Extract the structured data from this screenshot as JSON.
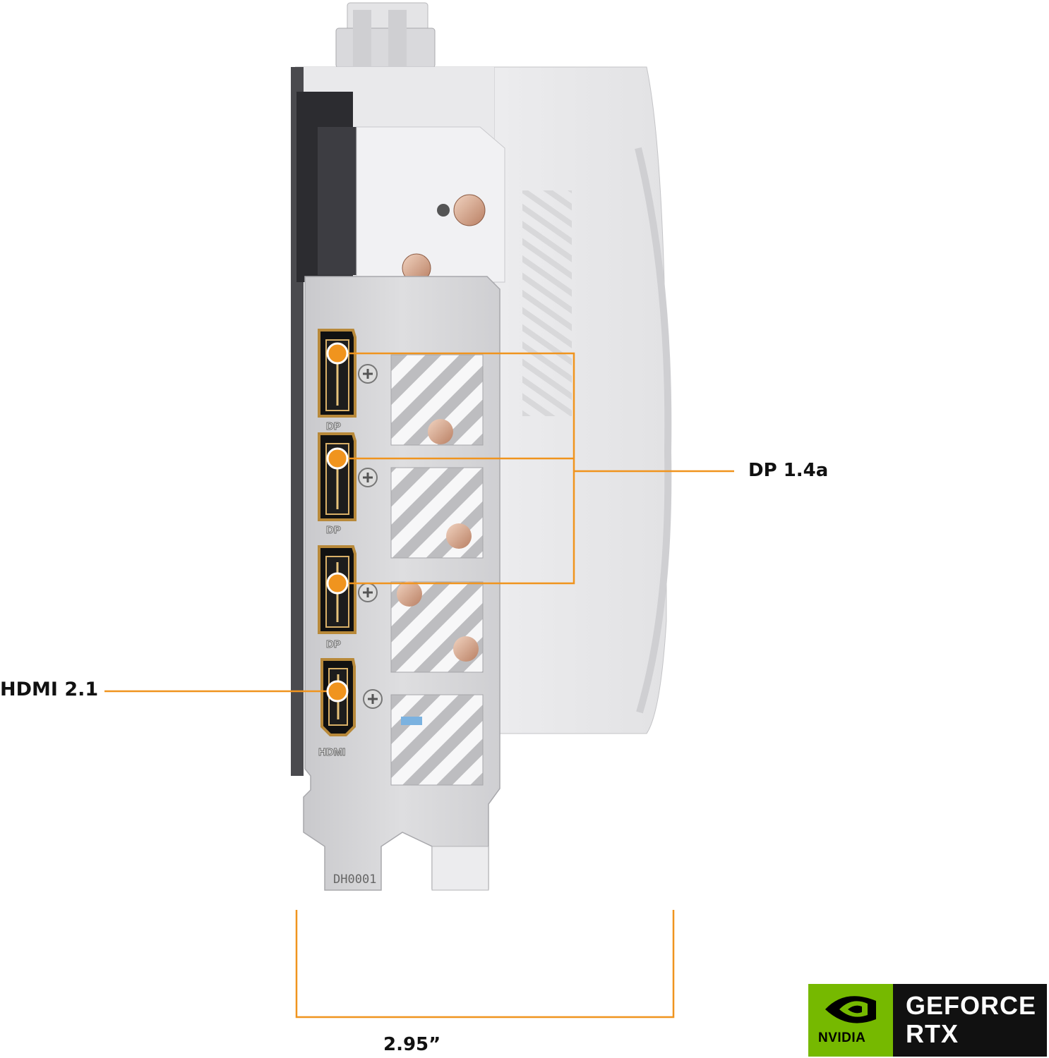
{
  "callouts": {
    "displayport": "DP 1.4a",
    "hdmi": "HDMI 2.1",
    "card_width": "2.95”"
  },
  "bracket_markings": {
    "dp_1": "DP",
    "dp_2": "DP",
    "dp_3": "DP",
    "hdmi": "HDMI",
    "part_code": "DH0001"
  },
  "badge": {
    "brand": "NVIDIA",
    "product_line1": "GEFORCE",
    "product_line2": "RTX",
    "brand_color": "#76b900",
    "icon": "nvidia-eye-icon"
  },
  "colors": {
    "callout_orange": "#f0941e",
    "card_white": "#ececee",
    "port_gold": "#b8893a"
  }
}
